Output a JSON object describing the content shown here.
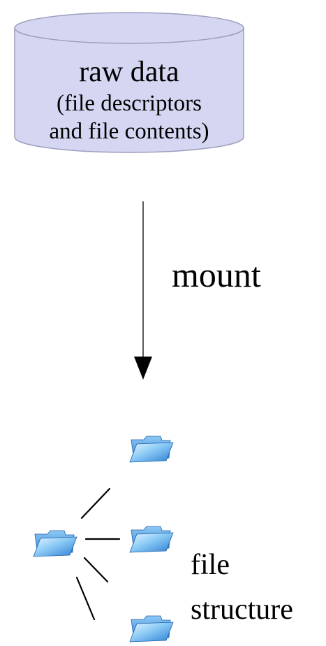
{
  "database": {
    "title": "raw data",
    "subtitle_line1": "(file descriptors",
    "subtitle_line2": "and file contents)",
    "fill_color": "#d5d6f2",
    "stroke_color": "#8f8fb0"
  },
  "arrow": {
    "label": "mount",
    "color": "#000000"
  },
  "file_structure": {
    "label_line1": "file",
    "label_line2": "structure",
    "icons": [
      {
        "name": "folder-icon-root"
      },
      {
        "name": "folder-icon-top"
      },
      {
        "name": "folder-icon-middle"
      },
      {
        "name": "folder-icon-bottom"
      }
    ],
    "folder_color": "#4a9fe0",
    "connector_color": "#000000"
  }
}
